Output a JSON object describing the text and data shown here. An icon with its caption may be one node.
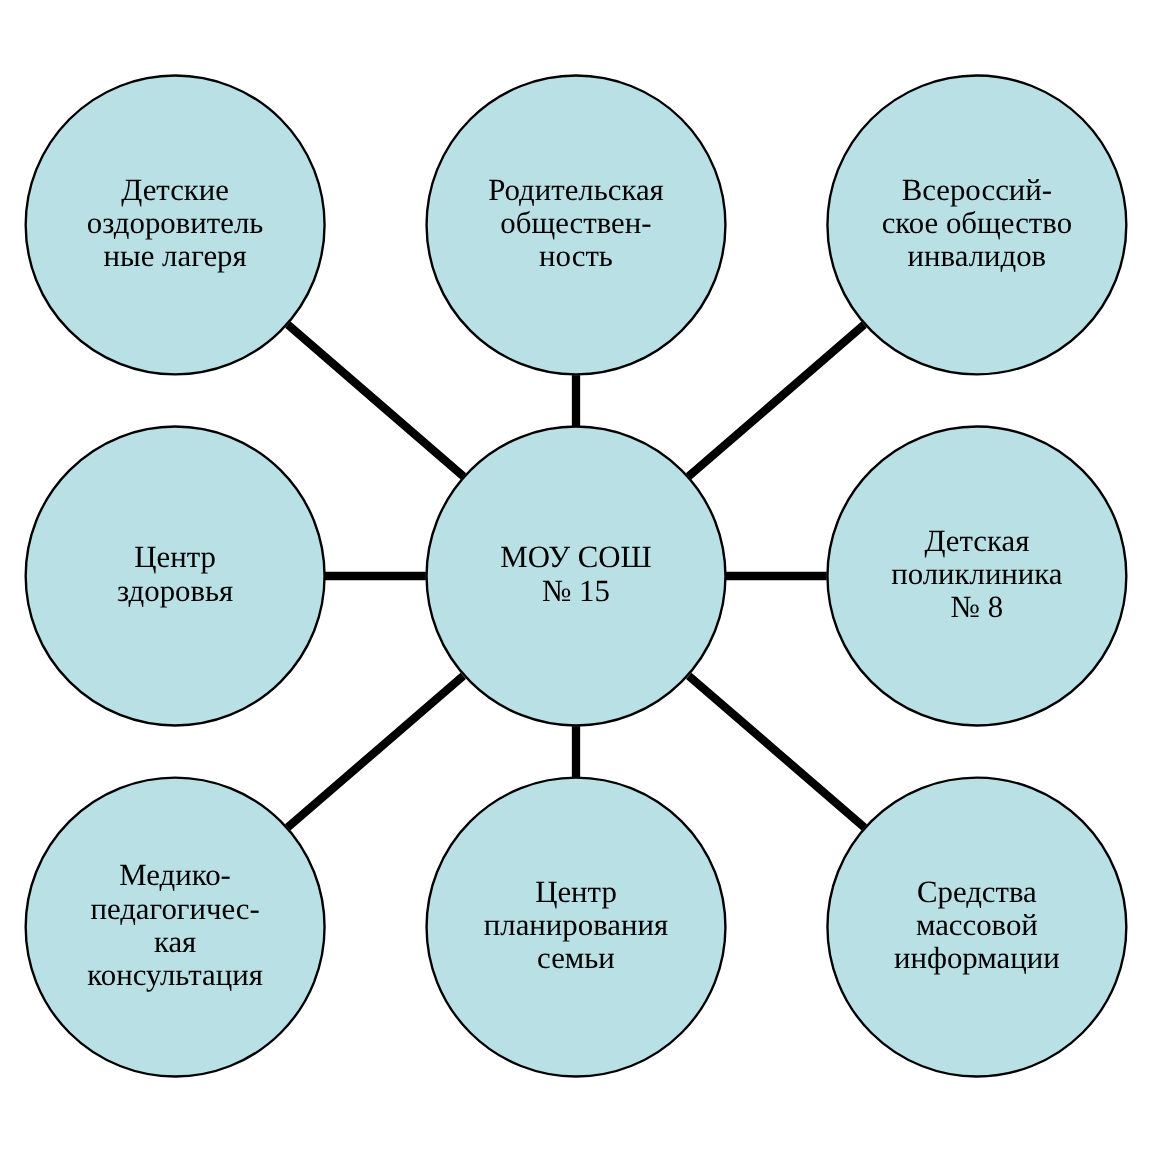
{
  "diagram": {
    "nodes": [
      {
        "text": [
          "Родительская обществен- ность"
        ]
      },
      {
        "text": [
          "Детские оздоровитель ные лагеря"
        ]
      },
      {
        "text": [
          "Всероссий- ское общество инвалидов"
        ]
      },
      {
        "text": [
          "Центр здоровья"
        ]
      },
      {
        "text": [
          "МОУ СОШ № 15"
        ]
      },
      {
        "text": [
          "Детская поликлиника № 8"
        ]
      },
      {
        "text": [
          "Медико- педагогичес- кая консультация"
        ]
      },
      {
        "text": [
          "Средства массовой информации"
        ]
      },
      {
        "text": [
          "Центр планирования семьи"
        ]
      }
    ],
    "edges": [
      {
        "from": 4,
        "to": 0,
        "arrow": "none"
      },
      {
        "from": 4,
        "to": 1,
        "arrow": "none"
      },
      {
        "from": 4,
        "to": 2,
        "arrow": "none"
      },
      {
        "from": 4,
        "to": 3,
        "arrow": "none"
      },
      {
        "from": 4,
        "to": 5,
        "arrow": "none"
      },
      {
        "from": 4,
        "to": 6,
        "arrow": "none"
      },
      {
        "from": 4,
        "to": 7,
        "arrow": "none"
      },
      {
        "from": 4,
        "to": 8,
        "arrow": "none"
      }
    ]
  }
}
